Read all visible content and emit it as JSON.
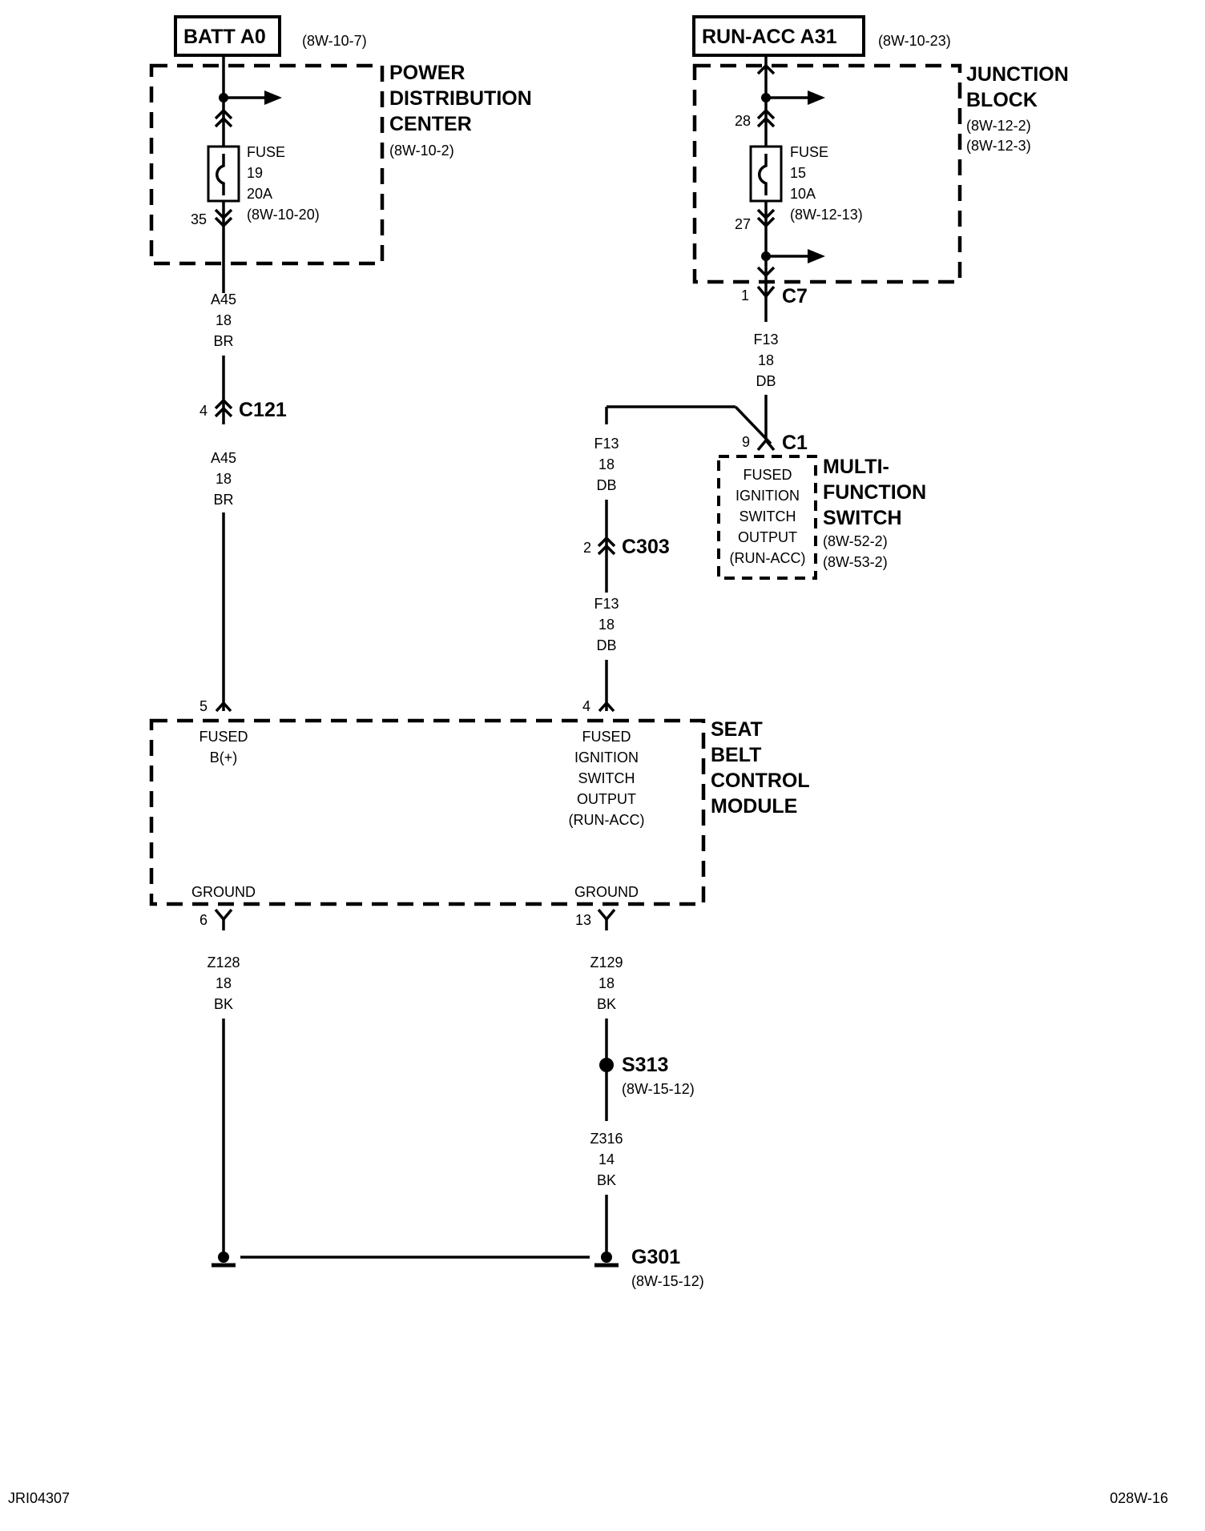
{
  "sources": {
    "batt": {
      "label": "BATT A0",
      "ref": "(8W-10-7)"
    },
    "runacc": {
      "label": "RUN-ACC A31",
      "ref": "(8W-10-23)"
    }
  },
  "pdc": {
    "name": [
      "POWER",
      "DISTRIBUTION",
      "CENTER"
    ],
    "ref": "(8W-10-2)",
    "fuse": [
      "FUSE",
      "19",
      "20A",
      "(8W-10-20)"
    ],
    "pin_out": "35"
  },
  "jb": {
    "name": [
      "JUNCTION",
      "BLOCK"
    ],
    "refs": [
      "(8W-12-2)",
      "(8W-12-3)"
    ],
    "fuse": [
      "FUSE",
      "15",
      "10A",
      "(8W-12-13)"
    ],
    "pin_in": "28",
    "pin_out": "27"
  },
  "wires": {
    "a45_top": [
      "A45",
      "18",
      "BR"
    ],
    "a45_bottom": [
      "A45",
      "18",
      "BR"
    ],
    "f13_top": [
      "F13",
      "18",
      "DB"
    ],
    "f13_mid": [
      "F13",
      "18",
      "DB"
    ],
    "f13_low": [
      "F13",
      "18",
      "DB"
    ],
    "z128": [
      "Z128",
      "18",
      "BK"
    ],
    "z129": [
      "Z129",
      "18",
      "BK"
    ],
    "z316": [
      "Z316",
      "14",
      "BK"
    ]
  },
  "connectors": {
    "c121": {
      "name": "C121",
      "pin": "4"
    },
    "c7": {
      "name": "C7",
      "pin": "1"
    },
    "c1": {
      "name": "C1",
      "pin": "9"
    },
    "c303": {
      "name": "C303",
      "pin": "2"
    }
  },
  "mfs": {
    "name": [
      "MULTI-",
      "FUNCTION",
      "SWITCH"
    ],
    "refs": [
      "(8W-52-2)",
      "(8W-53-2)"
    ],
    "inner": [
      "FUSED",
      "IGNITION",
      "SWITCH",
      "OUTPUT",
      "(RUN-ACC)"
    ]
  },
  "module": {
    "name": [
      "SEAT",
      "BELT",
      "CONTROL",
      "MODULE"
    ],
    "pin5": "5",
    "pin4": "4",
    "pin6": "6",
    "pin13": "13",
    "left_in": [
      "FUSED",
      "B(+)"
    ],
    "right_in": [
      "FUSED",
      "IGNITION",
      "SWITCH",
      "OUTPUT",
      "(RUN-ACC)"
    ],
    "ground_left": "GROUND",
    "ground_right": "GROUND"
  },
  "splice": {
    "name": "S313",
    "ref": "(8W-15-12)"
  },
  "ground": {
    "name": "G301",
    "ref": "(8W-15-12)"
  },
  "footer": {
    "left": "JRI04307",
    "right": "028W-16"
  }
}
